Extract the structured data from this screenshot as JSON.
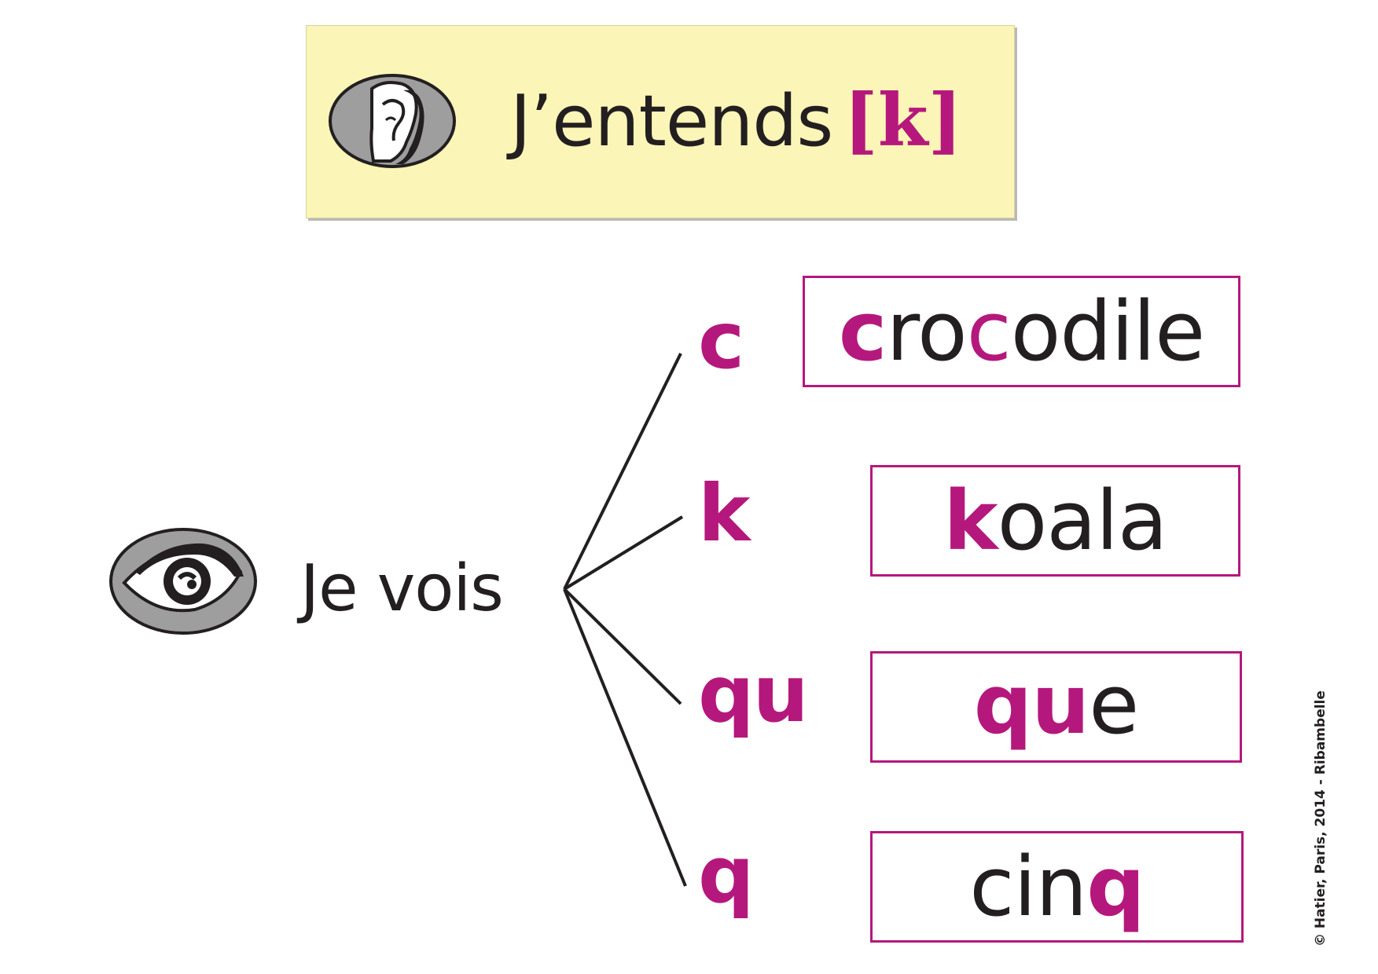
{
  "header": {
    "icon": "ear-icon",
    "title_text": "J’entends",
    "phoneme": "[k]"
  },
  "left": {
    "icon": "eye-icon",
    "label": "Je vois"
  },
  "rows": [
    {
      "grapheme": "c",
      "word_parts": [
        {
          "text": "c",
          "style": "bold"
        },
        {
          "text": "ro",
          "style": "normal"
        },
        {
          "text": "c",
          "style": "light"
        },
        {
          "text": "odile",
          "style": "normal"
        }
      ]
    },
    {
      "grapheme": "k",
      "word_parts": [
        {
          "text": "k",
          "style": "bold"
        },
        {
          "text": "oala",
          "style": "normal"
        }
      ]
    },
    {
      "grapheme": "qu",
      "word_parts": [
        {
          "text": "qu",
          "style": "bold"
        },
        {
          "text": "e",
          "style": "normal"
        }
      ]
    },
    {
      "grapheme": "q",
      "word_parts": [
        {
          "text": "cin",
          "style": "normal"
        },
        {
          "text": "q",
          "style": "bold"
        }
      ]
    }
  ],
  "copyright": "© Hatier, Paris, 2014 - Ribambelle",
  "colors": {
    "accent": "#b5187c",
    "title_background": "#fbf5b7",
    "text": "#231f20"
  }
}
